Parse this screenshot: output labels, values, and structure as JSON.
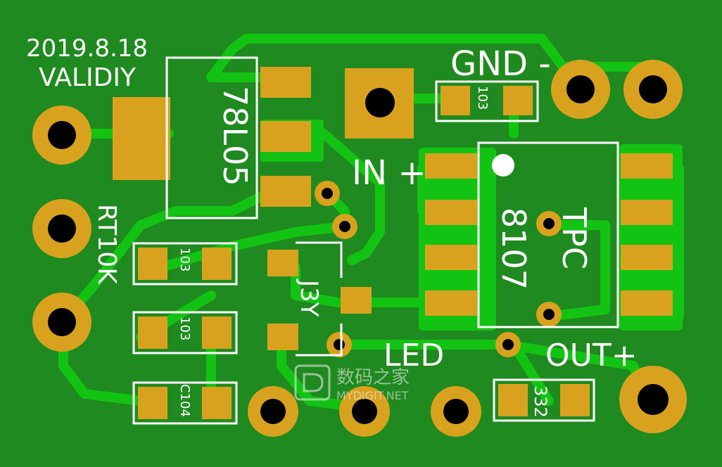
{
  "colors": {
    "board": "#1f8a1f",
    "pour": "#13c313",
    "pad": "#d9a21e",
    "hole": "#000000",
    "silkscreen": "#ffffff"
  },
  "board": {
    "date": "2019.8.18",
    "author": "VALIDIY"
  },
  "labels": {
    "gnd": "GND -",
    "in_plus": "IN +",
    "out_plus": "OUT+",
    "led": "LED",
    "rt": "RT10K",
    "j3y": "J3Y"
  },
  "components": {
    "regulator": "78L05",
    "ic_line1": "TPC",
    "ic_line2": "8107",
    "r1": "103",
    "r2": "103",
    "r_top": "103",
    "cap": "C104",
    "r_out": "332"
  },
  "watermark": {
    "brand": "数码之家",
    "site": "MYDIGIT.NET"
  }
}
